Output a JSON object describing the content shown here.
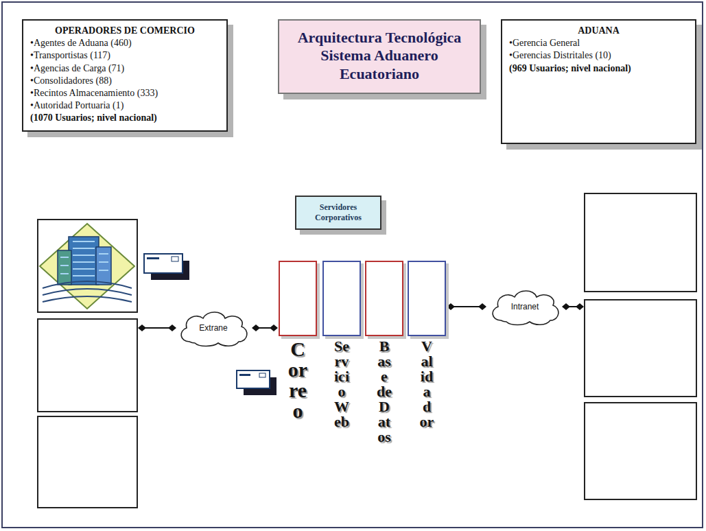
{
  "diagram": {
    "title": "Arquitectura Tecnológica Sistema Aduanero Ecuatoriano",
    "nodes": [
      {
        "text": [
          "OPERADORES DE COMERCIO",
          "•Agentes de Aduana (460)",
          "•Transportistas (117)",
          "•Agencias de Carga (71)",
          "•Consolidadores (88)",
          "•Recintos Almacenamiento (333)",
          "•Autoridad Portuaria (1)",
          "(1070 Usuarios; nivel nacional)"
        ]
      },
      {
        "text": [
          "ADUANA",
          "•Gerencia General",
          "•Gerencias Distritales (10)",
          "(969 Usuarios; nivel nacional)"
        ]
      },
      {
        "text": [
          "Servidores Corporativos"
        ]
      },
      {
        "text": [
          "Extrane"
        ]
      },
      {
        "text": [
          "Correo"
        ]
      },
      {
        "text": [
          "Servicio Web"
        ]
      },
      {
        "text": [
          "Base de Datos"
        ]
      },
      {
        "text": [
          "Validador"
        ]
      },
      {
        "text": [
          "Intranet"
        ]
      }
    ],
    "edges": [
      {
        "from": 3,
        "to": 4,
        "arrow": "both"
      },
      {
        "from": 7,
        "to": 8,
        "arrow": "both"
      }
    ]
  }
}
